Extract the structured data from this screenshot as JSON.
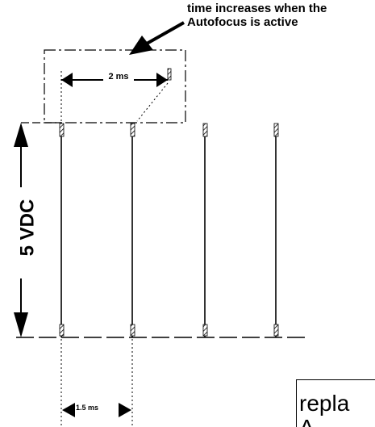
{
  "annotation": {
    "line1": "time increases when the",
    "line2": "Autofocus is active"
  },
  "voltage_label": "5 VDC",
  "period_label": "2 ms",
  "pulse_label": "1.5 ms",
  "cut_text": {
    "line1": "repla",
    "line2": "A"
  }
}
